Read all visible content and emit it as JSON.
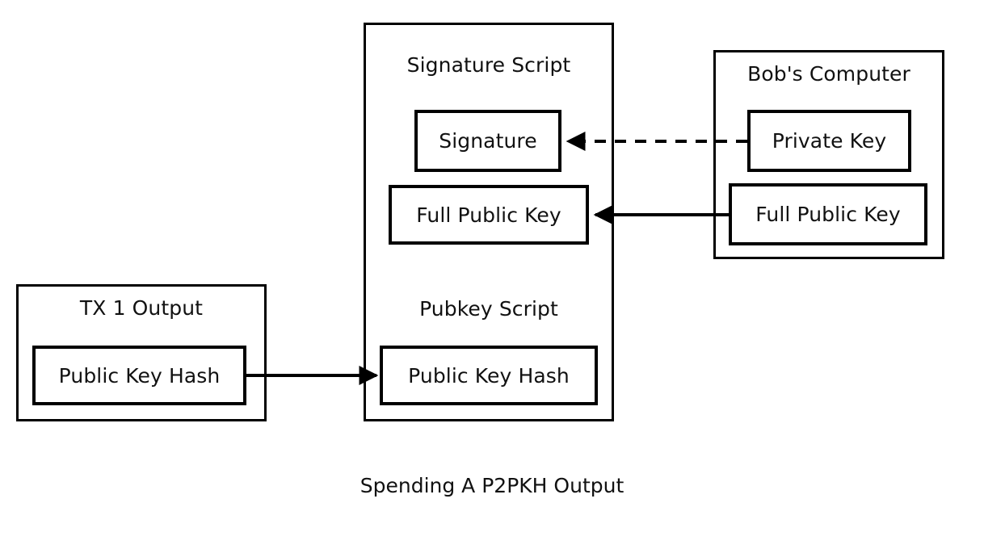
{
  "diagram": {
    "caption": "Spending A P2PKH Output",
    "background_color": "#ffffff",
    "stroke_color": "#000000",
    "text_color": "#111111"
  },
  "tx_output": {
    "title": "TX 1 Output",
    "item": "Public Key Hash"
  },
  "transaction": {
    "signature_script": {
      "title": "Signature Script",
      "items": [
        {
          "label": "Signature"
        },
        {
          "label": "Full Public Key"
        }
      ]
    },
    "pubkey_script": {
      "title": "Pubkey Script",
      "items": [
        {
          "label": "Public Key Hash"
        }
      ]
    }
  },
  "bobs_computer": {
    "title": "Bob's Computer",
    "items": [
      {
        "label": "Private Key"
      },
      {
        "label": "Full Public Key"
      }
    ]
  },
  "connections": [
    {
      "name": "pubkey-hash-copy",
      "from": "TX 1 Output / Public Key Hash",
      "to": "Pubkey Script / Public Key Hash",
      "style": "solid",
      "direction": "right"
    },
    {
      "name": "private-key-signs",
      "from": "Bob's Computer / Private Key",
      "to": "Signature Script / Signature",
      "style": "dashed",
      "direction": "left"
    },
    {
      "name": "public-key-copy",
      "from": "Bob's Computer / Full Public Key",
      "to": "Signature Script / Full Public Key",
      "style": "solid",
      "direction": "left"
    }
  ]
}
